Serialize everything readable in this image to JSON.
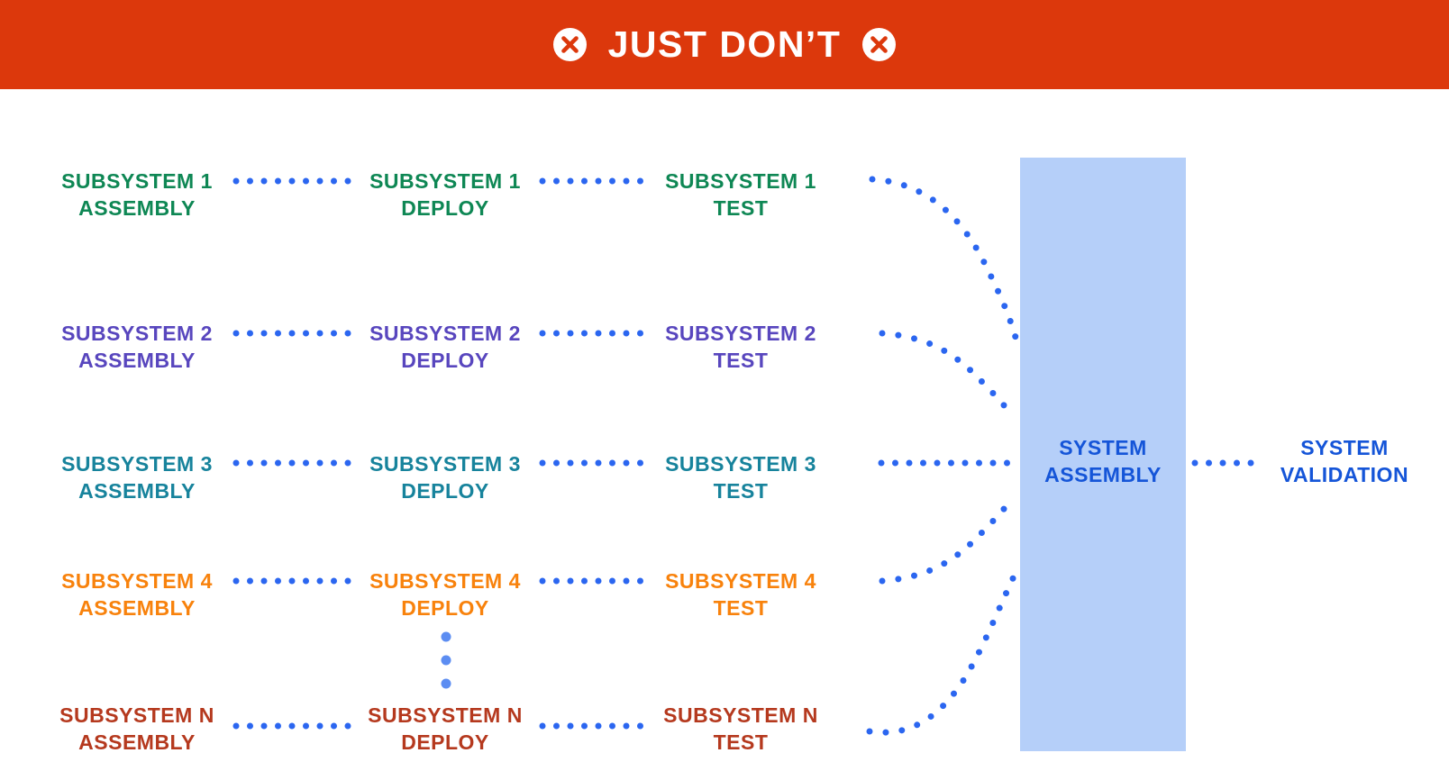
{
  "banner": {
    "title": "JUST DON’T",
    "left_icon": "cross-circle-icon",
    "right_icon": "cross-circle-icon"
  },
  "colors": {
    "banner_red": "#DC380C",
    "connector_blue": "#2B66F0",
    "ellipsis_blue": "#5C8DF2",
    "box_fill": "#B5CFF9",
    "system_blue": "#1555D8"
  },
  "rows": [
    {
      "name": "SUBSYSTEM 1",
      "assembly": "ASSEMBLY",
      "deploy": "DEPLOY",
      "test": "TEST",
      "color": "#0E8754"
    },
    {
      "name": "SUBSYSTEM 2",
      "assembly": "ASSEMBLY",
      "deploy": "DEPLOY",
      "test": "TEST",
      "color": "#5846BE"
    },
    {
      "name": "SUBSYSTEM 3",
      "assembly": "ASSEMBLY",
      "deploy": "DEPLOY",
      "test": "TEST",
      "color": "#17839C"
    },
    {
      "name": "SUBSYSTEM 4",
      "assembly": "ASSEMBLY",
      "deploy": "DEPLOY",
      "test": "TEST",
      "color": "#F8820C"
    },
    {
      "name": "SUBSYSTEM N",
      "assembly": "ASSEMBLY",
      "deploy": "DEPLOY",
      "test": "TEST",
      "color": "#B5391E"
    }
  ],
  "system_assembly": {
    "line1": "SYSTEM",
    "line2": "ASSEMBLY"
  },
  "system_validation": {
    "line1": "SYSTEM",
    "line2": "VALIDATION"
  }
}
